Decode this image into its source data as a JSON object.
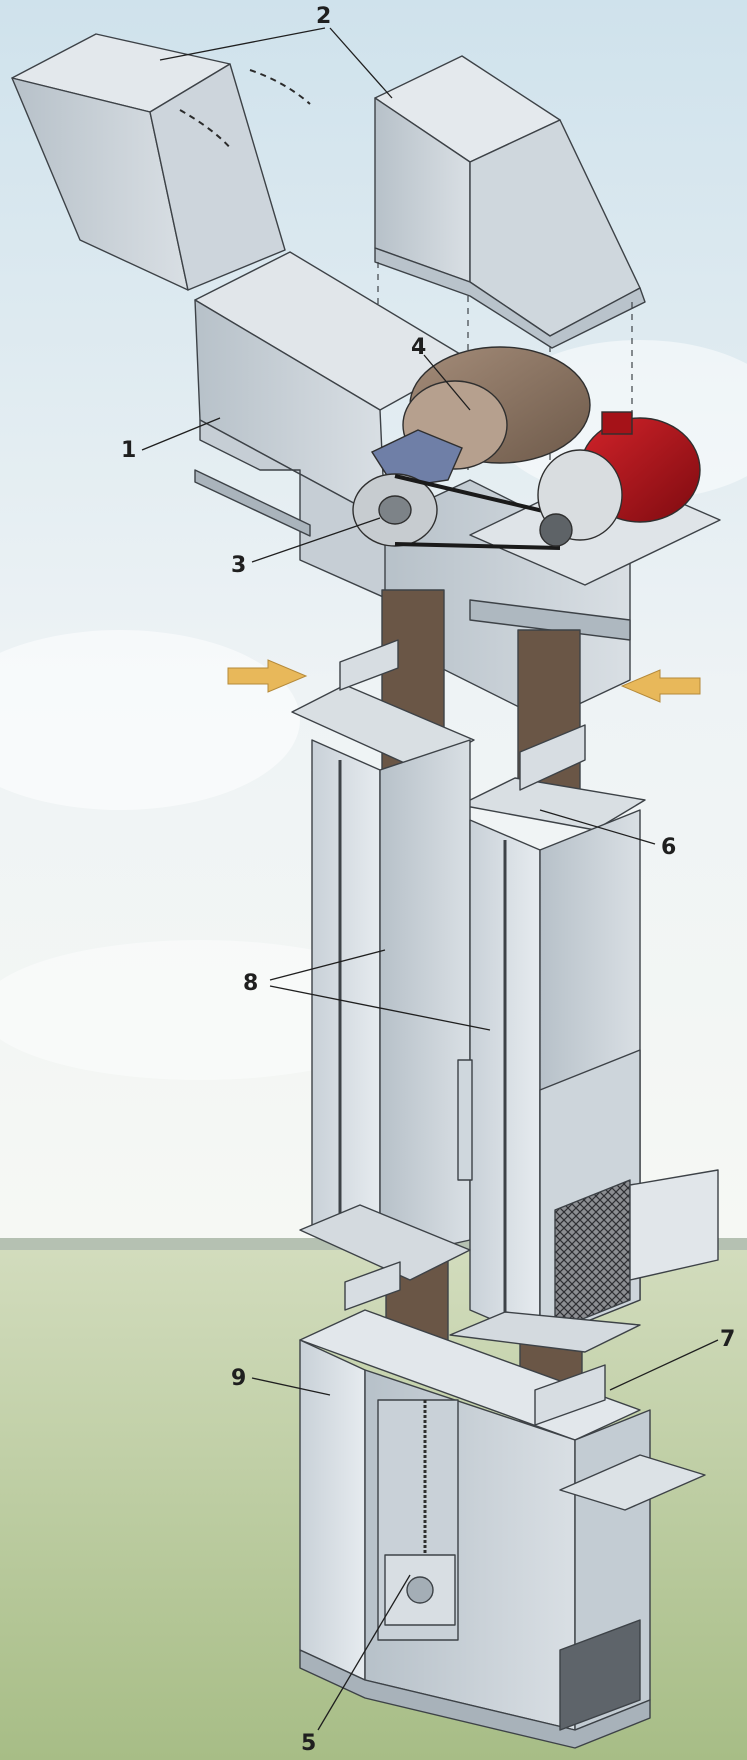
{
  "figure": {
    "caption": ""
  },
  "callouts": {
    "c1": "1",
    "c2": "2",
    "c3": "3",
    "c4": "4",
    "c5": "5",
    "c6": "6",
    "c7": "7",
    "c8": "8",
    "c9": "9"
  },
  "colors": {
    "sky_top": "#cfe2ec",
    "sky_bottom": "#f6f8f4",
    "field": "#b9cb9a",
    "metal": "#d6dde3",
    "metal_dark": "#a9b4bd",
    "belt": "#6a5646",
    "motor_red": "#b3121a",
    "blower_brown": "#8a7563",
    "drive_blue": "#6f7fa7",
    "arrow_yellow": "#e8b85a",
    "callout_text": "#1f1f1f"
  }
}
